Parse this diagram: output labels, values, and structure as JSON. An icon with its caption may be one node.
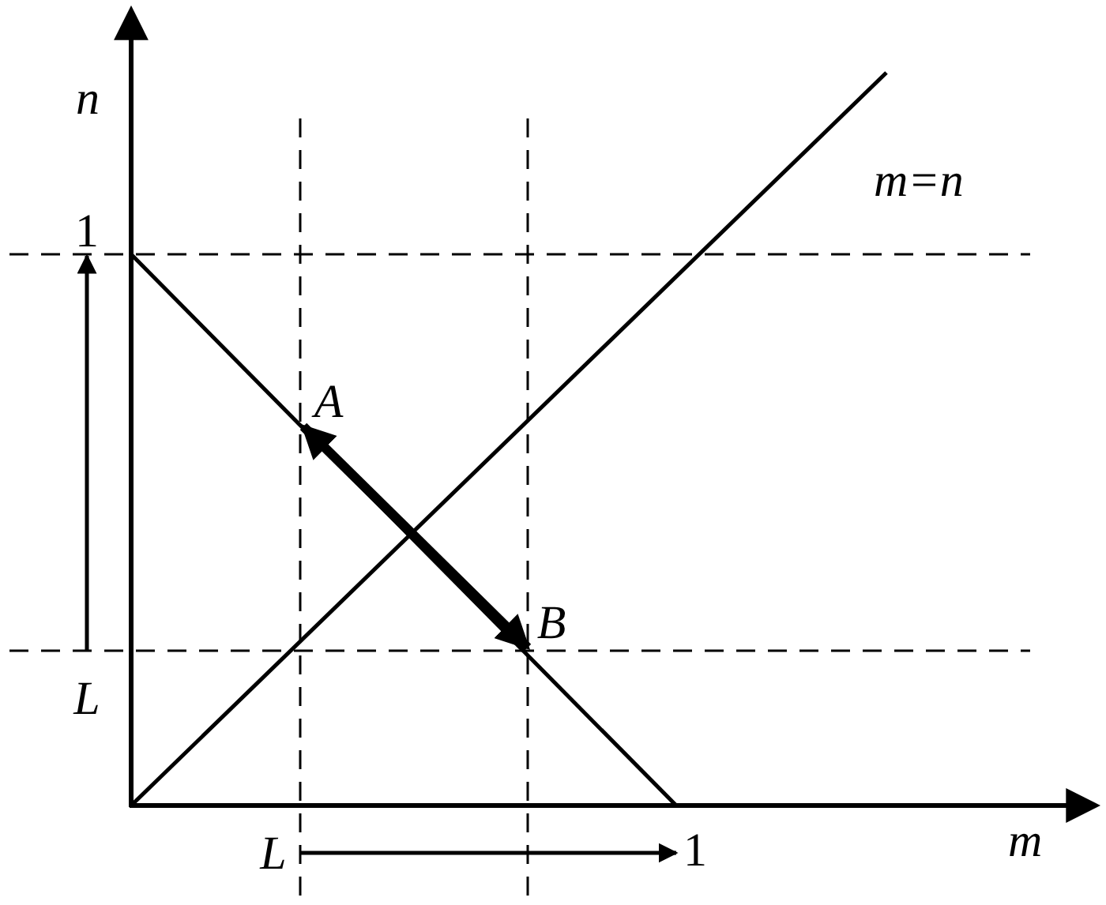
{
  "diagram": {
    "nodes": [
      {
        "text": [
          "A"
        ]
      },
      {
        "text": [
          "B"
        ]
      },
      {
        "text": [
          "1"
        ]
      },
      {
        "text": [
          "L"
        ]
      },
      {
        "text": [
          "L"
        ]
      },
      {
        "text": [
          "1"
        ]
      }
    ],
    "edges": [
      {
        "from": 0,
        "to": 1,
        "arrow": "both",
        "style": "thick"
      },
      {
        "from": 3,
        "to": 2,
        "arrow": "to"
      },
      {
        "from": 4,
        "to": 5,
        "arrow": "to"
      }
    ],
    "labels": [
      "n",
      "m=n",
      "m"
    ]
  }
}
